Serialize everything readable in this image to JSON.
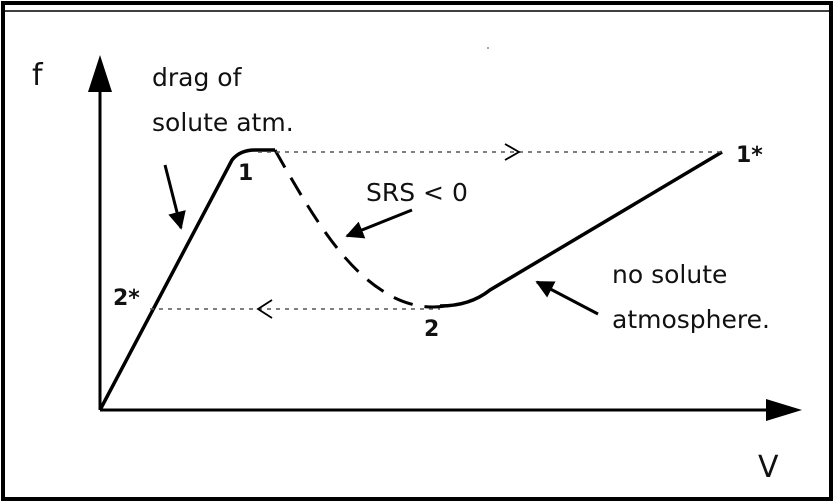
{
  "axes": {
    "y_label": "f",
    "x_label": "V"
  },
  "annotations": {
    "drag_line1": "drag of",
    "drag_line2": "solute atm.",
    "srs": "SRS < 0",
    "no_solute_line1": "no solute",
    "no_solute_line2": "atmosphere."
  },
  "points": {
    "p1": "1",
    "p1_star": "1*",
    "p2": "2",
    "p2_star": "2*"
  }
}
